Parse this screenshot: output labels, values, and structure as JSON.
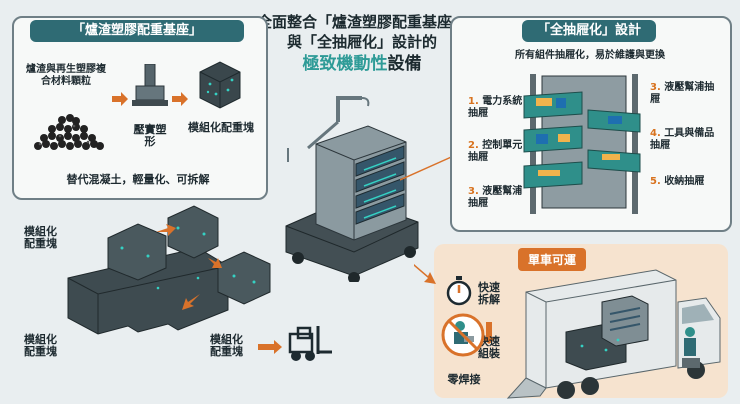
{
  "headline": {
    "line1": "全面整合「爐渣塑膠配重基座」",
    "line2": "與「全抽屜化」設計的",
    "line3_accent": "極致機動性",
    "line3_rest": "設備"
  },
  "left_panel": {
    "title": "「爐渣塑膠配重基座」",
    "material_label": "爐渣與再生塑膠複合材料顆粒",
    "press_label": "壓實塑形",
    "block_label": "模組化配重塊",
    "caption": "替代混凝土，輕量化、可拆解"
  },
  "bottom_left": {
    "label_top": "模組化配重塊",
    "label_left": "模組化配重塊",
    "label_bottom": "模組化配重塊"
  },
  "right_panel": {
    "title": "「全抽屜化」設計",
    "subtitle": "所有組件抽屜化，易於維護與更換",
    "items": [
      {
        "num": "1.",
        "text": "電力系統抽屜"
      },
      {
        "num": "2.",
        "text": "控制單元抽屜"
      },
      {
        "num": "3.",
        "text": "液壓幫浦抽屜"
      },
      {
        "num": "3.",
        "text": "液壓幫浦抽屜"
      },
      {
        "num": "4.",
        "text": "工具與備品抽屜"
      },
      {
        "num": "5.",
        "text": "收納抽屜"
      }
    ]
  },
  "truck_panel": {
    "tag": "單車可運",
    "fast_disassemble": "快速拆解",
    "fast_assemble": "快速組裝",
    "zero_welding": "零焊接"
  },
  "colors": {
    "teal": "#2f6b74",
    "orange": "#d9722a",
    "accent": "#2e9b97"
  }
}
